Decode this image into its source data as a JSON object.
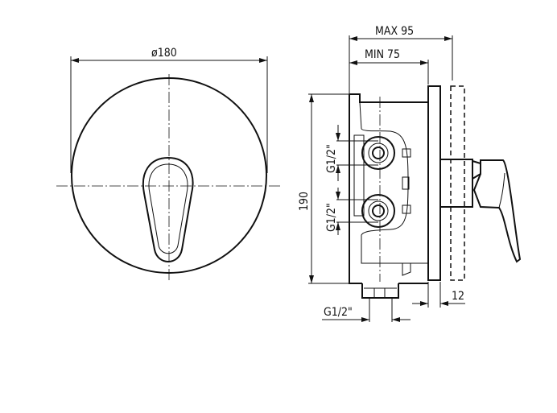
{
  "dimensions": {
    "front_diameter": "ø180",
    "max_depth": "MAX 95",
    "min_depth": "MIN 75",
    "height": "190",
    "inlet_top": "G1/2\"",
    "inlet_middle": "G1/2\"",
    "outlet_bottom": "G1/2\"",
    "plate_thickness": "12"
  }
}
